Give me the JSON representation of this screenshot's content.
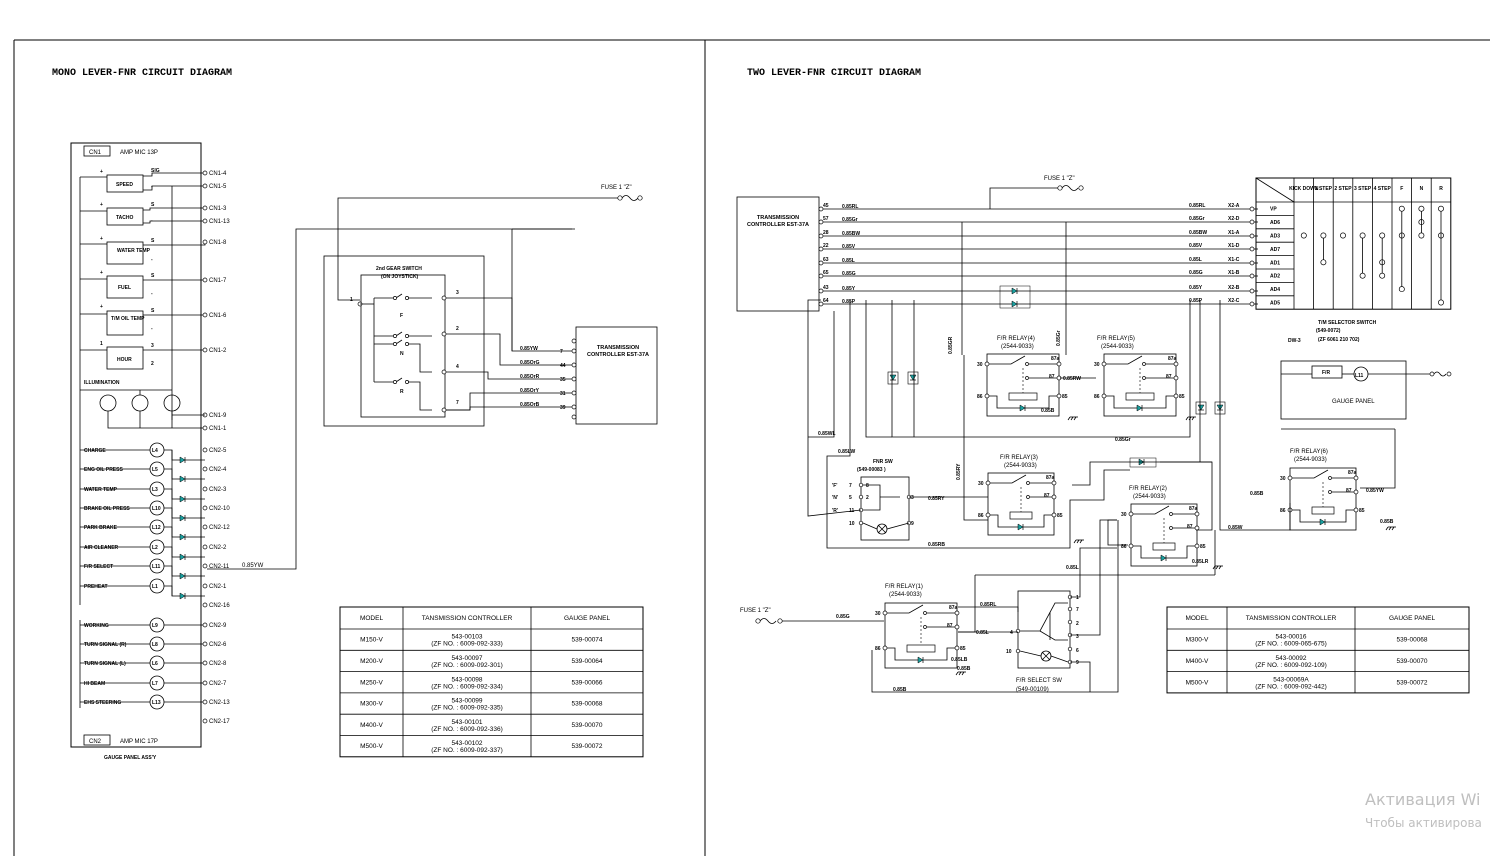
{
  "left": {
    "title": "MONO LEVER-FNR CIRCUIT DIAGRAM",
    "cn1_box": "CN1",
    "cn1_label": "AMP MIC 13P",
    "cn2_box": "CN2",
    "cn2_label": "AMP MIC 17P",
    "panel_caption": "GAUGE PANEL ASS'Y",
    "gauges": [
      {
        "label": "SPEED",
        "pins": [
          "+",
          "SIG",
          "-"
        ]
      },
      {
        "label": "TACHO",
        "pins": [
          "+",
          "S",
          "-"
        ]
      },
      {
        "label": "WATER TEMP",
        "pins": [
          "+",
          "S",
          "-"
        ]
      },
      {
        "label": "FUEL",
        "pins": [
          "+",
          "S",
          "-"
        ]
      },
      {
        "label": "T/M OIL TEMP",
        "pins": [
          "+",
          "S",
          "-"
        ]
      },
      {
        "label": "HOUR",
        "pins": [
          "1",
          "3",
          "2"
        ]
      }
    ],
    "illumination": "ILLUMINATION",
    "cn1_terminals": [
      "CN1-4",
      "CN1-5",
      "CN1-3",
      "CN1-13",
      "CN1-8",
      "CN1-7",
      "CN1-6",
      "CN1-2",
      "CN1-9",
      "CN1-1"
    ],
    "lamps": [
      {
        "label": "CHARGE",
        "code": "L4"
      },
      {
        "label": "ENG OIL PRESS",
        "code": "L5"
      },
      {
        "label": "WATER TEMP",
        "code": "L3"
      },
      {
        "label": "BRAKE OIL PRESS",
        "code": "L10"
      },
      {
        "label": "PARK BRAKE",
        "code": "L12"
      },
      {
        "label": "AIR CLEANER",
        "code": "L2"
      },
      {
        "label": "F/R SELECT",
        "code": "L11"
      },
      {
        "label": "PREHEAT",
        "code": "L1"
      }
    ],
    "lamps2": [
      {
        "label": "WORKING",
        "code": "L9"
      },
      {
        "label": "TURN SIGNAL (R)",
        "code": "L8"
      },
      {
        "label": "TURN SIGNAL (L)",
        "code": "L6"
      },
      {
        "label": "HI BEAM",
        "code": "L7"
      },
      {
        "label": "EHS STEERING",
        "code": "L13"
      }
    ],
    "cn2_terminals": [
      "CN2-5",
      "CN2-4",
      "CN2-3",
      "CN2-10",
      "CN2-12",
      "CN2-2",
      "CN2-11",
      "CN2-1",
      "CN2-16",
      "CN2-9",
      "CN2-6",
      "CN2-8",
      "CN2-7",
      "CN2-13",
      "CN2-17"
    ],
    "wire_out": "0.85YW",
    "fuse": "FUSE 1 \"Z\"",
    "gear_switch": "2nd GEAR SWITCH",
    "gear_switch_sub": "(ON JOYSTICK)",
    "switch_positions": [
      "F",
      "N",
      "R"
    ],
    "switch_in": "1",
    "switch_outs": [
      "3",
      "2",
      "4",
      "7"
    ],
    "tc_label": "TRANSMISSION CONTROLLER EST-37A",
    "tc_wires": [
      "0.85YW",
      "0.85OrG",
      "0.85OrR",
      "0.85OrY",
      "0.85OrB"
    ],
    "tc_pins": [
      "7",
      "44",
      "35",
      "31",
      "39"
    ],
    "table": {
      "headers": [
        "MODEL",
        "TANSMISSION CONTROLLER",
        "GAUGE PANEL"
      ],
      "rows": [
        [
          "M150-V",
          "543-00103",
          "(ZF NO. : 6009-092-333)",
          "539-00074"
        ],
        [
          "M200-V",
          "543-00097",
          "(ZF NO. : 6009-092-301)",
          "539-00064"
        ],
        [
          "M250-V",
          "543-00098",
          "(ZF NO. : 6009-092-334)",
          "539-00066"
        ],
        [
          "M300-V",
          "543-00099",
          "(ZF NO. : 6009-092-335)",
          "539-00068"
        ],
        [
          "M400-V",
          "543-00101",
          "(ZF NO. : 6009-092-336)",
          "539-00070"
        ],
        [
          "M500-V",
          "543-00102",
          "(ZF NO. : 6009-092-337)",
          "539-00072"
        ]
      ]
    }
  },
  "right": {
    "title": "TWO LEVER-FNR CIRCUIT DIAGRAM",
    "fuse_top": "FUSE 1 \"Z\"",
    "fuse_bottom": "FUSE 1 \"Z\"",
    "tc_label": "TRANSMISSION CONTROLLER EST-37A",
    "tc_pins": [
      "45",
      "57",
      "28",
      "22",
      "63",
      "65",
      "43",
      "64"
    ],
    "tc_wires_left": [
      "0.85RL",
      "0.85Gr",
      "0.85BW",
      "0.85V",
      "0.85L",
      "0.85G",
      "0.85Y",
      "0.85P"
    ],
    "tc_wires_right": [
      "0.85RL",
      "0.85Gr",
      "0.85BW",
      "0.85V",
      "0.85L",
      "0.85G",
      "0.85Y",
      "0.85P"
    ],
    "x_pins": [
      "X2-A",
      "X2-D",
      "X1-A",
      "X1-D",
      "X1-C",
      "X1-B",
      "X2-B",
      "X2-C"
    ],
    "selector_rows": [
      "VP",
      "AD6",
      "AD3",
      "AD7",
      "AD1",
      "AD2",
      "AD4",
      "AD5"
    ],
    "selector_cols": [
      "KICK DOWN",
      "1 STEP",
      "2 STEP",
      "3 STEP",
      "4 STEP",
      "F",
      "N",
      "R"
    ],
    "selector_caption": "T/M SELECTOR SWITCH",
    "selector_part": "(549-0072)",
    "selector_model": "DW-3",
    "selector_zf": "(ZF 6061 210 702)",
    "relays": [
      {
        "name": "F/R RELAY(4)",
        "part": "(2544-9033)"
      },
      {
        "name": "F/R RELAY(5)",
        "part": "(2544-9033)"
      },
      {
        "name": "F/R RELAY(3)",
        "part": "(2544-9033)"
      },
      {
        "name": "F/R RELAY(2)",
        "part": "(2544-9033)"
      },
      {
        "name": "F/R RELAY(6)",
        "part": "(2544-9033)"
      },
      {
        "name": "F/R RELAY(1)",
        "part": "(2544-9033)"
      }
    ],
    "relay_pins": [
      "30",
      "87a",
      "87",
      "86",
      "85"
    ],
    "fnr_sw": "FNR SW",
    "fnr_sw_part": "(549-00083 )",
    "fnr_positions": [
      "'F'",
      "'N'",
      "'R'"
    ],
    "fnr_pins": [
      "7",
      "8",
      "5",
      "2",
      "11",
      "3",
      "10",
      "9"
    ],
    "fr_select_sw": "F/R SELECT SW",
    "fr_select_part": "(549-00109)",
    "frs_pins": [
      "1",
      "7",
      "2",
      "3",
      "4",
      "6",
      "10",
      "9"
    ],
    "gauge_panel": "GAUGE PANEL",
    "gauge_lamp": "L11",
    "gauge_relay": "F/R",
    "wires": [
      "0.85GR",
      "0.85Gr",
      "0.85RW",
      "0.85B",
      "0.85WL",
      "0.85LW",
      "0.85RY",
      "0.85RB",
      "0.85RY",
      "0.85Gr",
      "0.85B",
      "0.85YW",
      "0.85W",
      "0.85B",
      "0.85L",
      "0.85G",
      "0.85RL",
      "0.85L",
      "0.85LB",
      "0.85B",
      "0.85B",
      "0.85LR"
    ],
    "table": {
      "headers": [
        "MODEL",
        "TANSMISSION CONTROLLER",
        "GAUGE PANEL"
      ],
      "rows": [
        [
          "M300-V",
          "543-00016",
          "(ZF NO. : 6009-065-675)",
          "539-00068"
        ],
        [
          "M400-V",
          "543-00092",
          "(ZF NO. : 6009-092-109)",
          "539-00070"
        ],
        [
          "M500-V",
          "543-00069A",
          "(ZF NO. : 6009-092-442)",
          "539-00072"
        ]
      ]
    }
  },
  "watermark": {
    "line1": "Активация Wi",
    "line2": "Чтобы активирова"
  }
}
